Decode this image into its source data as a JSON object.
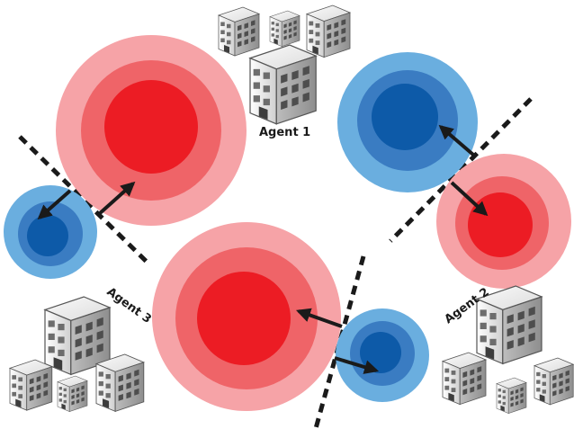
{
  "agents": [
    {
      "id": "agent-1",
      "label": "Agent 1"
    },
    {
      "id": "agent-2",
      "label": "Agent 2"
    },
    {
      "id": "agent-3",
      "label": "Agent 3"
    }
  ],
  "colors": {
    "red_outer": "#f6a3a7",
    "red_mid": "#ef6468",
    "red_core": "#ec1c24",
    "blue_outer": "#6aaedf",
    "blue_mid": "#3a7cc2",
    "blue_core": "#0d5aa8",
    "arrow": "#1a1a1a",
    "divider": "#1a1a1a"
  },
  "icons": {
    "building": "office-building-icon",
    "red_zone": "red-concentric-zone",
    "blue_zone": "blue-concentric-zone"
  }
}
